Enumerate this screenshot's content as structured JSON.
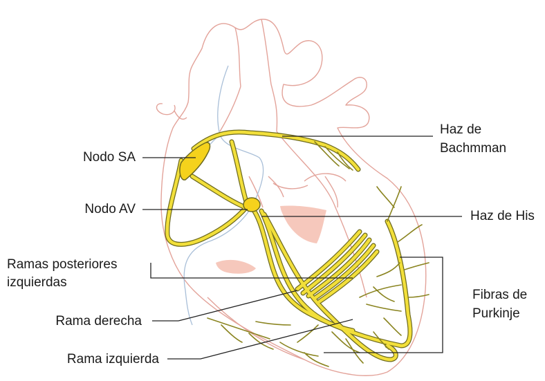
{
  "labels": {
    "nodo_sa": "Nodo SA",
    "nodo_av": "Nodo AV",
    "ramas_posteriores_1": "Ramas posteriores",
    "ramas_posteriores_2": "izquierdas",
    "rama_derecha": "Rama derecha",
    "rama_izquierda": "Rama izquierda",
    "haz_bachmman_1": "Haz de",
    "haz_bachmman_2": "Bachmman",
    "haz_his": "Haz de His",
    "purkinje_1": "Fibras de",
    "purkinje_2": "Purkinje"
  },
  "colors": {
    "heart_outline": "#e3a39a",
    "conduction_fill": "#f2df3a",
    "conduction_stroke": "#6d6a1f",
    "node_fill": "#f5d21c",
    "vessel": "#a9bfd8",
    "valve_fill": "#f6c8bc",
    "leader_line": "#222222"
  }
}
